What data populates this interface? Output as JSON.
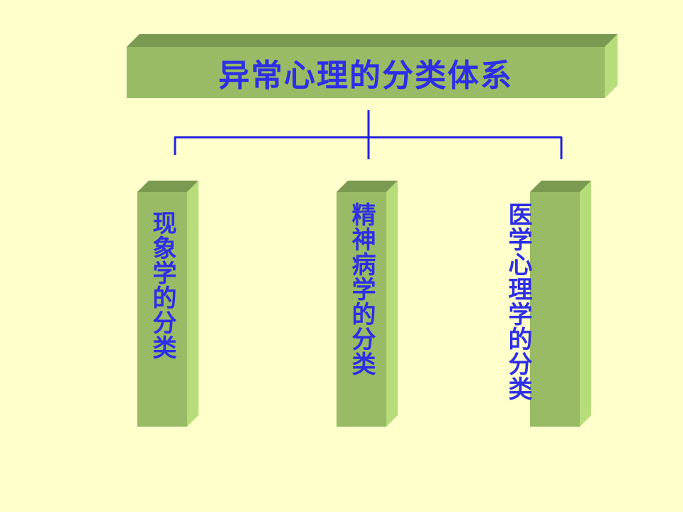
{
  "title": "异常心理的分类体系",
  "branches": [
    {
      "label": "现象学的分类"
    },
    {
      "label": "精神病学的分类"
    },
    {
      "label": "医学心理学的分类"
    }
  ],
  "colors": {
    "background": "#FFFFCC",
    "box_front": "#99BB66",
    "box_top": "#7A9A52",
    "box_side": "#B7DD7A",
    "text": "#2E2EE6",
    "connector": "#2222DD"
  }
}
